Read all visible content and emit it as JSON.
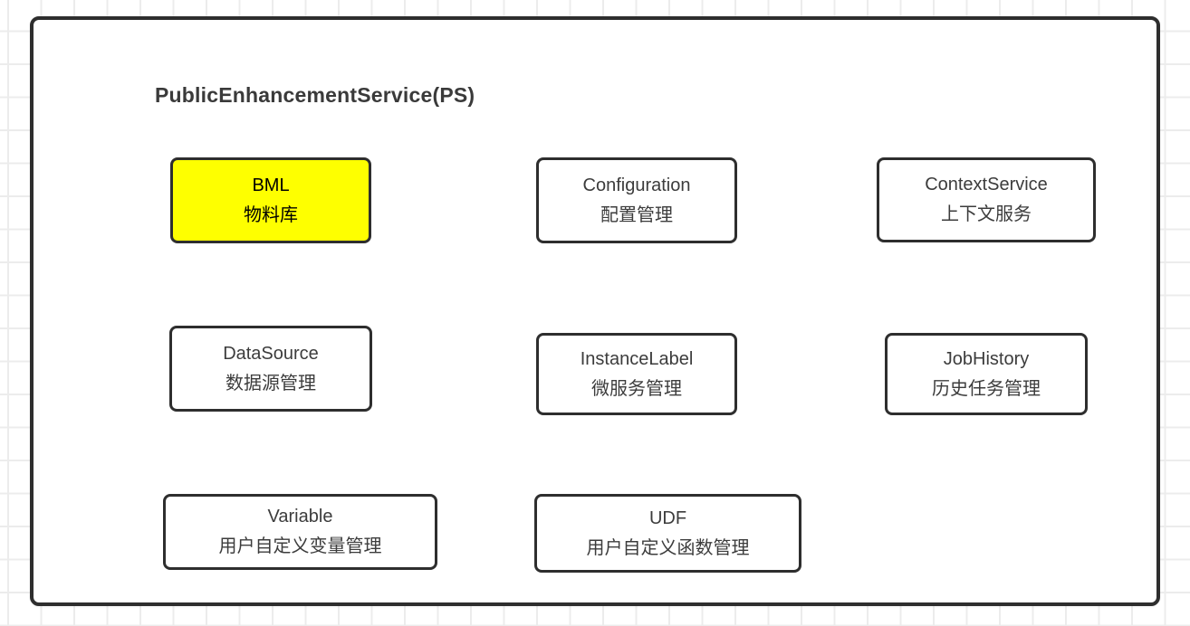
{
  "diagram": {
    "title": "PublicEnhancementService(PS)",
    "colors": {
      "highlight": "#feff00",
      "stroke": "#2e2e2e",
      "grid_line": "#ececec",
      "text": "#3c3c3c"
    },
    "services": [
      {
        "name": "BML",
        "label_zh": "物料库",
        "highlighted": true
      },
      {
        "name": "Configuration",
        "label_zh": "配置管理",
        "highlighted": false
      },
      {
        "name": "ContextService",
        "label_zh": "上下文服务",
        "highlighted": false
      },
      {
        "name": "DataSource",
        "label_zh": "数据源管理",
        "highlighted": false
      },
      {
        "name": "InstanceLabel",
        "label_zh": "微服务管理",
        "highlighted": false
      },
      {
        "name": "JobHistory",
        "label_zh": "历史任务管理",
        "highlighted": false
      },
      {
        "name": "Variable",
        "label_zh": "用户自定义变量管理",
        "highlighted": false
      },
      {
        "name": "UDF",
        "label_zh": "用户自定义函数管理",
        "highlighted": false
      }
    ]
  }
}
